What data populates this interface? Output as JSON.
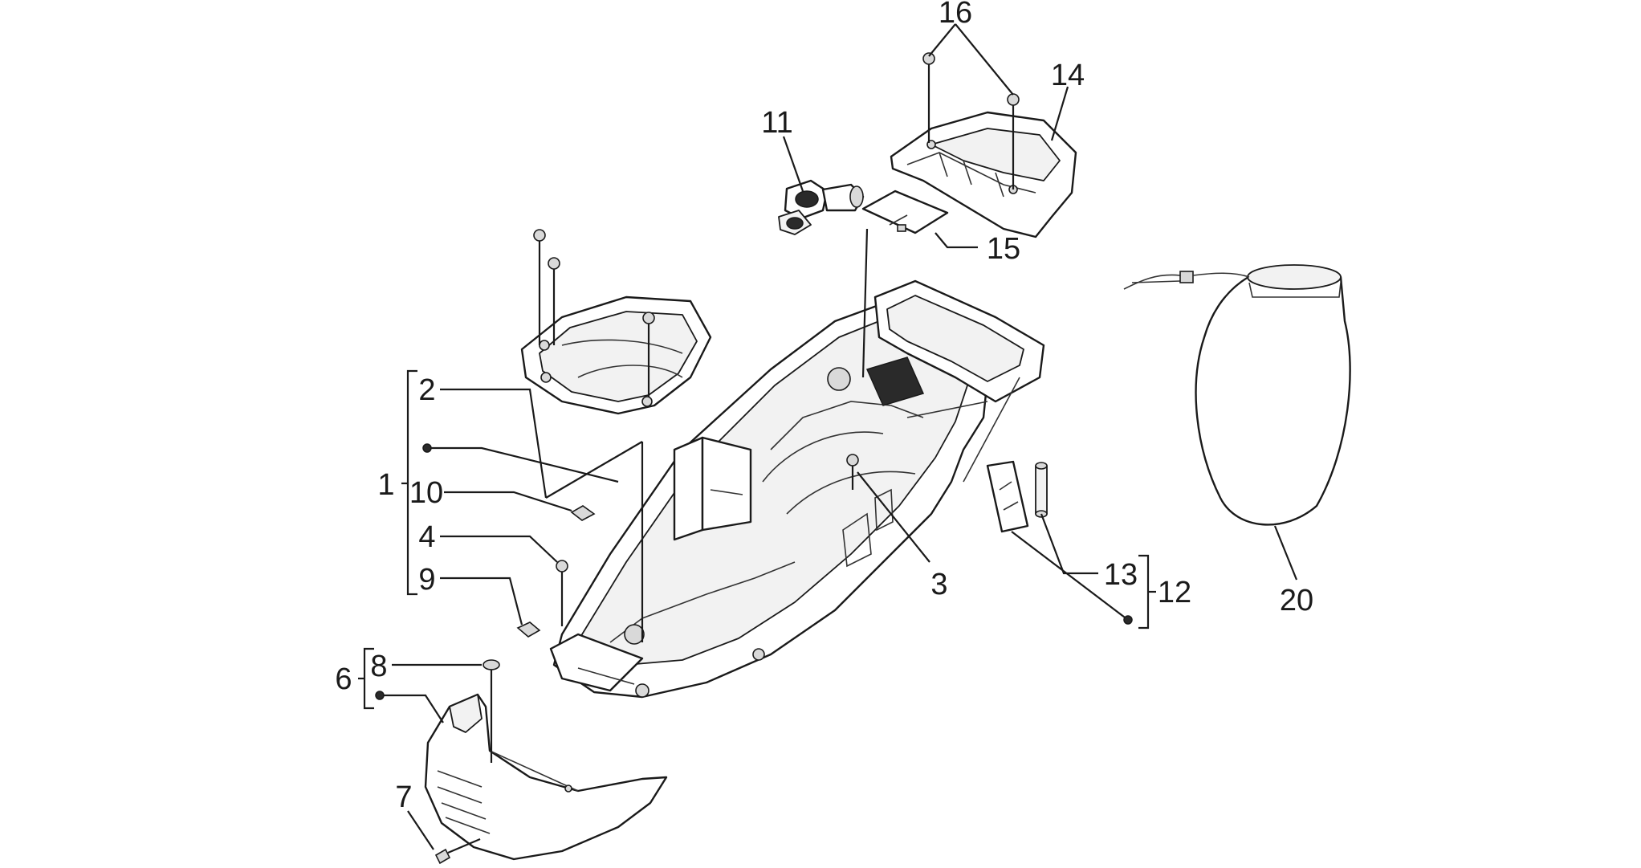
{
  "labels": {
    "l1": "1",
    "l2": "2",
    "l3": "3",
    "l4": "4",
    "l6": "6",
    "l7": "7",
    "l8": "8",
    "l9": "9",
    "l10": "10",
    "l11": "11",
    "l12": "12",
    "l13": "13",
    "l14": "14",
    "l15": "15",
    "l16": "16",
    "l20": "20"
  },
  "colors": {
    "ink": "#1a1a1a",
    "background": "#ffffff"
  }
}
